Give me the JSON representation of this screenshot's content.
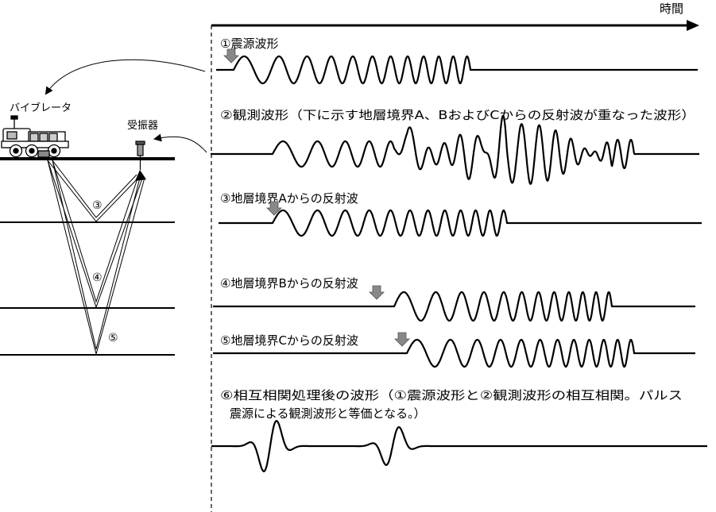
{
  "time_axis_label": "時間",
  "vibrator_label": "バイブレータ",
  "receiver_label": "受振器",
  "ray_labels": [
    "③",
    "④",
    "⑤"
  ],
  "waves": {
    "source": "①震源波形",
    "observed": "②観測波形（下に示す地層境界A、BおよびCからの反射波が重なった波形）",
    "reflection_a": "③地層境界Aからの反射波",
    "reflection_b": "④地層境界Bからの反射波",
    "reflection_c": "⑤地層境界Cからの反射波",
    "correlated_line1": "⑥相互相関処理後の波形（①震源波形と②観測波形の相互相関。パルス",
    "correlated_line2": "震源による観測波形と等価となる。）"
  },
  "colors": {
    "arrow_marker": "#888888",
    "line": "#000000"
  }
}
